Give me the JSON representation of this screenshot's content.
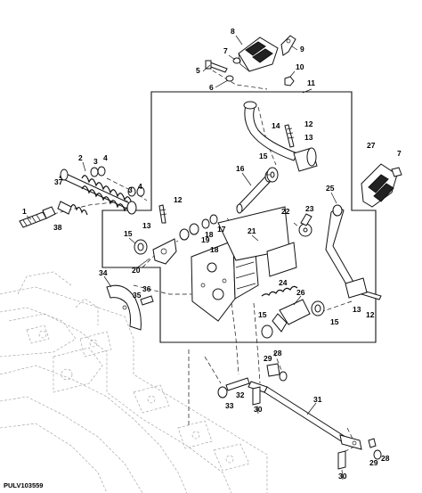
{
  "figure_ref": "PULV103559",
  "callouts": {
    "c1": "1",
    "c2": "2",
    "c3a": "3",
    "c4a": "4",
    "c3b": "3",
    "c4b": "4",
    "c5": "5",
    "c6": "6",
    "c7a": "7",
    "c7b": "7",
    "c8": "8",
    "c9": "9",
    "c10": "10",
    "c11": "11",
    "c12a": "12",
    "c12b": "12",
    "c12c": "12",
    "c13a": "13",
    "c13b": "13",
    "c13c": "13",
    "c14": "14",
    "c15a": "15",
    "c15b": "15",
    "c15c": "15",
    "c15d": "15",
    "c16": "16",
    "c17": "17",
    "c18a": "18",
    "c18b": "18",
    "c19": "19",
    "c20": "20",
    "c21": "21",
    "c22": "22",
    "c23": "23",
    "c24": "24",
    "c25": "25",
    "c26": "26",
    "c27": "27",
    "c28a": "28",
    "c28b": "28",
    "c29a": "29",
    "c29b": "29",
    "c30a": "30",
    "c30b": "30",
    "c31": "31",
    "c32": "32",
    "c33": "33",
    "c34": "34",
    "c35": "35",
    "c36": "36",
    "c37": "37",
    "c38": "38"
  }
}
